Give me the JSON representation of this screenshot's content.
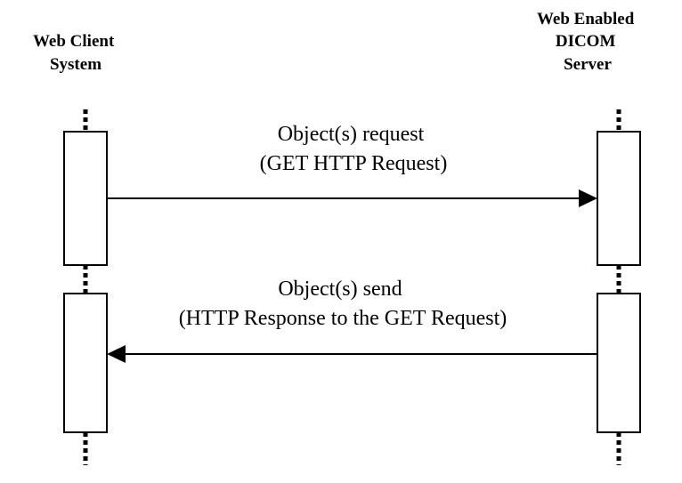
{
  "participants": {
    "client": {
      "label_lines": [
        "Web Client",
        "System"
      ]
    },
    "server": {
      "label_lines": [
        "Web Enabled",
        "DICOM",
        "Server"
      ]
    }
  },
  "messages": [
    {
      "label_lines": [
        "Object(s) request",
        "(GET HTTP Request)"
      ],
      "from": "client",
      "to": "server"
    },
    {
      "label_lines": [
        "Object(s) send",
        "(HTTP Response to the GET Request)"
      ],
      "from": "server",
      "to": "client"
    }
  ]
}
